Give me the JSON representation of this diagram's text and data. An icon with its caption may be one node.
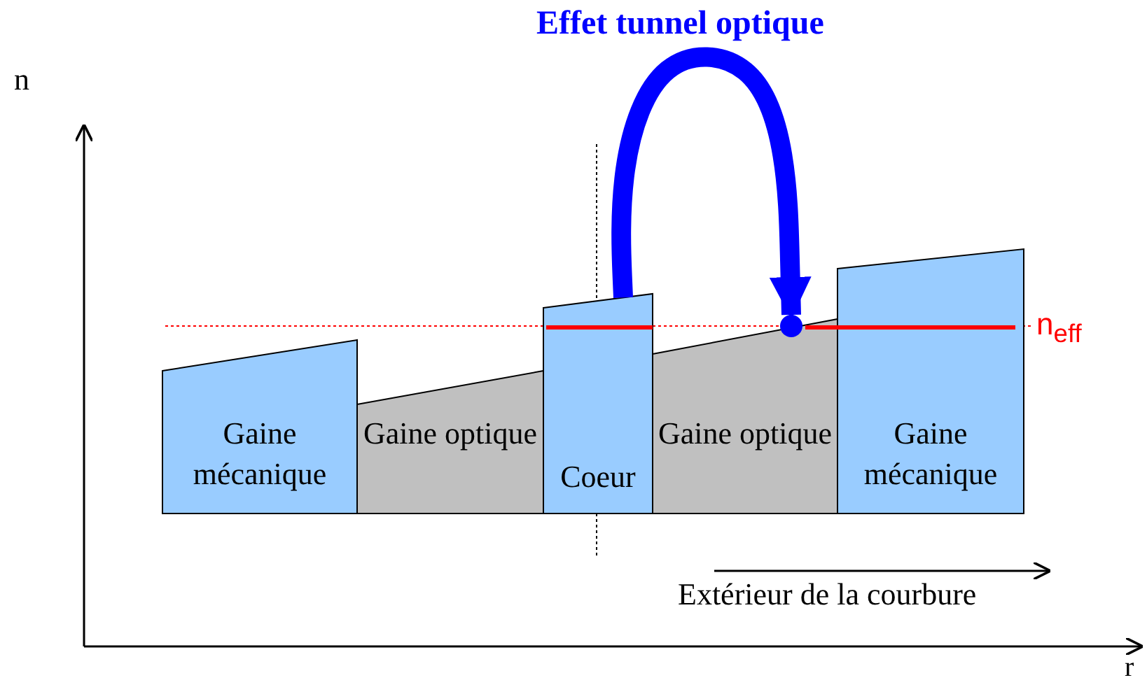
{
  "diagram": {
    "nodes": [
      {
        "text": [
          "Gaine mécanique"
        ]
      },
      {
        "text": [
          "Gaine optique"
        ]
      },
      {
        "text": [
          "Coeur"
        ]
      },
      {
        "text": [
          "Gaine optique"
        ]
      },
      {
        "text": [
          "Gaine mécanique"
        ]
      },
      {
        "text": [],
        "shape": "circle"
      }
    ],
    "edges": [
      {
        "from": 2,
        "to": 5,
        "arrow": "to",
        "label": "Effet tunnel optique",
        "color": "#0000ff"
      }
    ],
    "labels": [
      "n",
      "n$_{eff}$",
      "Extérieur de la courbure",
      "r"
    ]
  }
}
